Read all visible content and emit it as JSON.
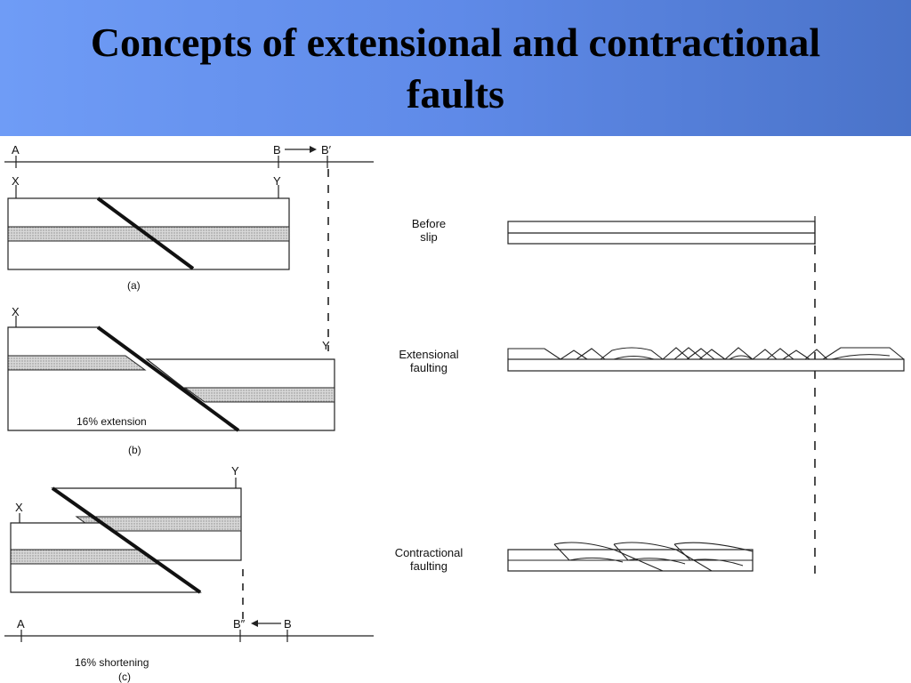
{
  "slide": {
    "title": "Concepts of extensional and contractional faults"
  },
  "left_figure": {
    "top_ruler": {
      "a": "A",
      "b": "B",
      "b_prime": "B′"
    },
    "panel_a": {
      "x": "X",
      "y": "Y",
      "caption": "(a)"
    },
    "panel_b": {
      "x": "X",
      "y": "Y",
      "note": "16% extension",
      "caption": "(b)"
    },
    "panel_c": {
      "x": "X",
      "y": "Y"
    },
    "bottom_ruler": {
      "a": "A",
      "b_double_prime": "B″",
      "b": "B"
    },
    "shortening_note": "16% shortening",
    "caption_c": "(c)"
  },
  "right_figure": {
    "before": [
      "Before",
      "slip"
    ],
    "extensional": [
      "Extensional",
      "faulting"
    ],
    "contractional": [
      "Contractional",
      "faulting"
    ]
  },
  "colors": {
    "title_bar_start": "#6f9cf6",
    "title_bar_end": "#4a73c9",
    "stipple": "#c8c8c8"
  }
}
